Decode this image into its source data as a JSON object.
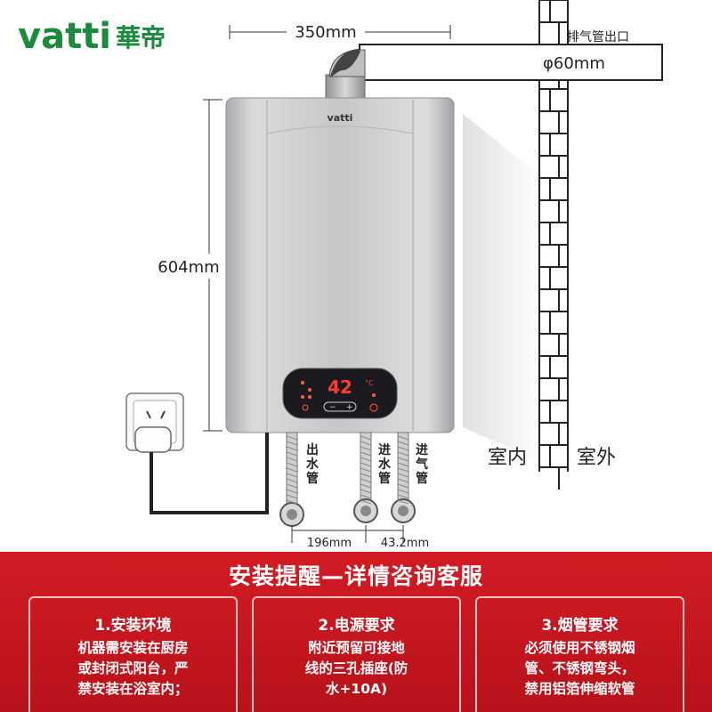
{
  "brand": {
    "name_en": "vatti",
    "name_cn": "華帝",
    "color": "#1a8a3c"
  },
  "product": {
    "label": "vatti",
    "display_temp": "42",
    "display_unit": "°C"
  },
  "dimensions": {
    "width": "350mm",
    "height": "604mm",
    "pipe_diameter": "φ60mm",
    "pipe_gap_1": "196mm",
    "pipe_gap_2": "43.2mm"
  },
  "exhaust": {
    "label": "排气管出口"
  },
  "zones": {
    "indoor": "室内",
    "outdoor": "室外"
  },
  "pipes": {
    "water_out": "出水管",
    "water_in": "进水管",
    "gas_in": "进气管"
  },
  "banner": {
    "title": "安装提醒—详情咨询客服",
    "cards": [
      {
        "title": "1.安装环境",
        "lines": [
          "机器需安装在厨房",
          "或封闭式阳台，严",
          "禁安装在浴室内；"
        ]
      },
      {
        "title": "2.电源要求",
        "lines": [
          "附近预留可接地",
          "线的三孔插座(防",
          "水+10A)"
        ]
      },
      {
        "title": "3.烟管要求",
        "lines": [
          "必须使用不锈钢烟",
          "管、不锈钢弯头，",
          "禁用铝箔伸缩软管"
        ]
      }
    ]
  },
  "colors": {
    "banner_red": "#c8161e",
    "panel_dark": "#1b1b1f",
    "display_red": "#ff3b2f"
  }
}
